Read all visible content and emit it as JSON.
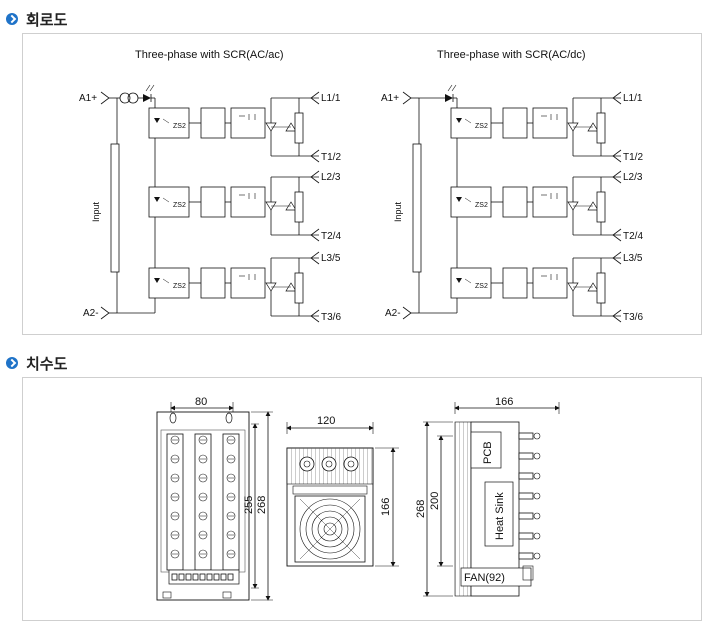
{
  "sections": {
    "circuit": {
      "title": "회로도"
    },
    "dimensions": {
      "title": "치수도"
    }
  },
  "circuit": {
    "left": {
      "title": "Three-phase with SCR(AC/ac)",
      "in_plus": "A1+",
      "in_minus": "A2-",
      "input_label": "Input",
      "zs": [
        "ZS2",
        "ZS2",
        "ZS2"
      ],
      "lines": [
        {
          "top": "L1/1",
          "bottom": "T1/2"
        },
        {
          "top": "L2/3",
          "bottom": "T2/4"
        },
        {
          "top": "L3/5",
          "bottom": "T3/6"
        }
      ]
    },
    "right": {
      "title": "Three-phase with SCR(AC/dc)",
      "in_plus": "A1+",
      "in_minus": "A2-",
      "input_label": "Input",
      "zs": [
        "ZS2",
        "ZS2",
        "ZS2"
      ],
      "lines": [
        {
          "top": "L1/1",
          "bottom": "T1/2"
        },
        {
          "top": "L2/3",
          "bottom": "T2/4"
        },
        {
          "top": "L3/5",
          "bottom": "T3/6"
        }
      ]
    }
  },
  "dims": {
    "front": {
      "width": "80",
      "h1": "255",
      "h2": "268"
    },
    "top": {
      "width": "120",
      "height": "166"
    },
    "side": {
      "width": "166",
      "h1": "200",
      "h2": "268",
      "pcb": "PCB",
      "heatsink": "Heat Sink",
      "fan": "FAN(92)"
    }
  }
}
